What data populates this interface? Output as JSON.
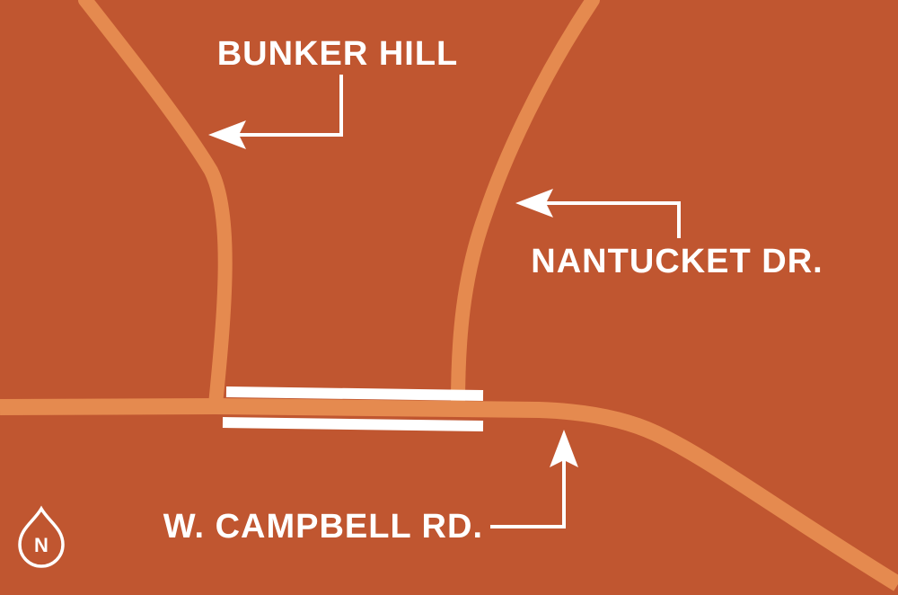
{
  "colors": {
    "background": "#c05630",
    "road": "#e58a4f",
    "highlight": "#ffffff",
    "label": "#ffffff"
  },
  "labels": {
    "bunker_hill": "BUNKER HILL",
    "nantucket": "NANTUCKET DR.",
    "campbell": "W. CAMPBELL RD."
  },
  "compass": {
    "letter": "N",
    "icon": "north-compass-icon"
  }
}
